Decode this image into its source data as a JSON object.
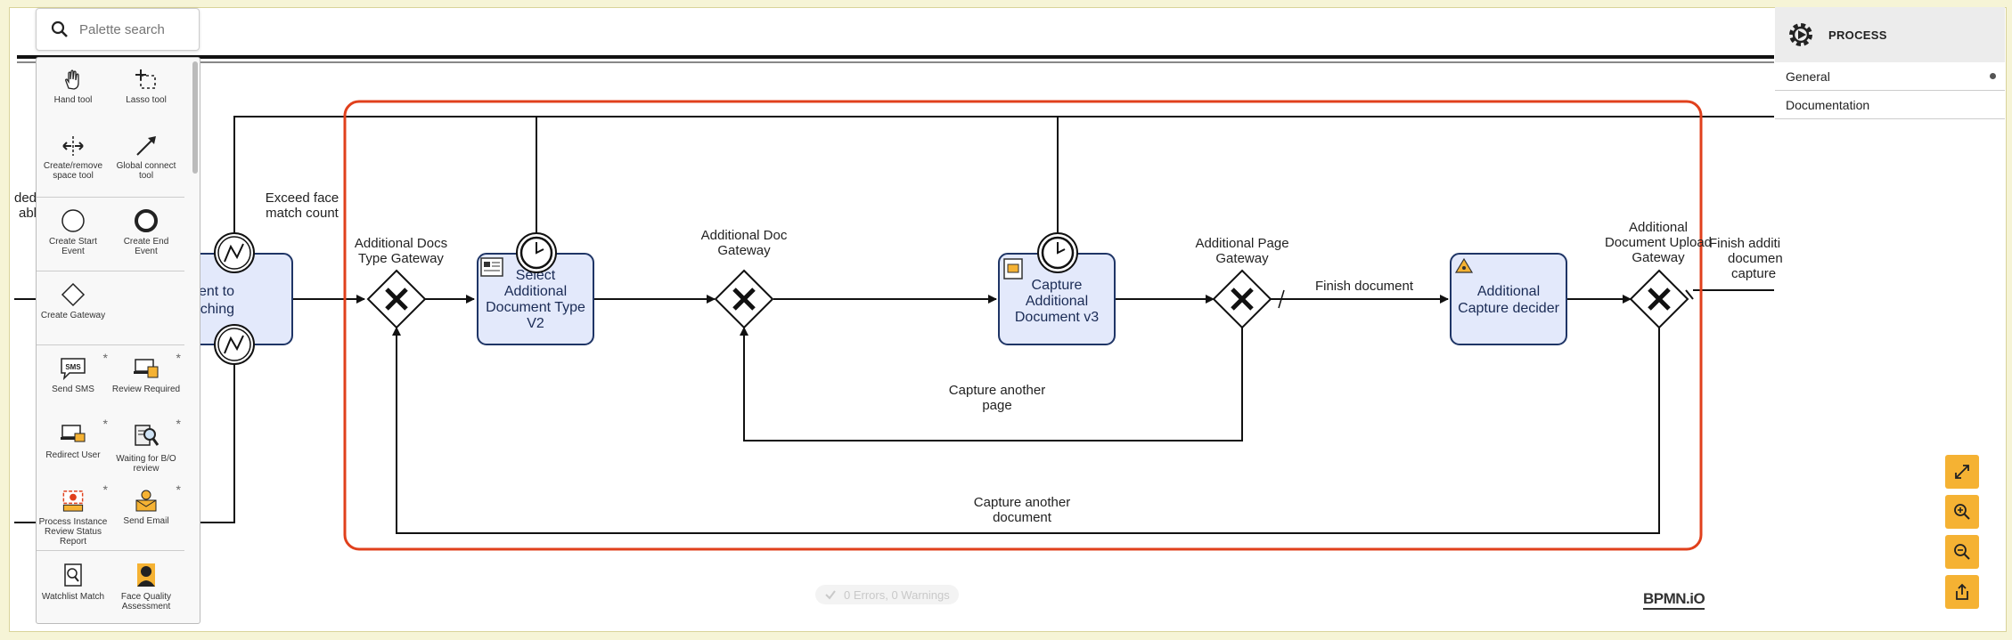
{
  "palette": {
    "search_placeholder": "Palette search",
    "tools": [
      {
        "label": "Hand tool",
        "icon": "hand-icon"
      },
      {
        "label": "Lasso tool",
        "icon": "lasso-icon"
      },
      {
        "label": "Create/remove space tool",
        "icon": "space-tool-icon"
      },
      {
        "label": "Global connect tool",
        "icon": "connect-arrow-icon"
      },
      {
        "label": "Create Start Event",
        "icon": "start-event-icon"
      },
      {
        "label": "Create End Event",
        "icon": "end-event-icon"
      },
      {
        "label": "Create Gateway",
        "icon": "gateway-icon"
      },
      {
        "label": "Send SMS",
        "icon": "sms-icon"
      },
      {
        "label": "Review Required",
        "icon": "review-icon"
      },
      {
        "label": "Redirect User",
        "icon": "redirect-icon"
      },
      {
        "label": "Waiting for B/O review",
        "icon": "waiting-review-icon"
      },
      {
        "label": "Process Instance Review Status Report",
        "icon": "report-icon"
      },
      {
        "label": "Send Email",
        "icon": "email-icon"
      },
      {
        "label": "Watchlist Match",
        "icon": "watchlist-icon"
      },
      {
        "label": "Face Quality Assessment",
        "icon": "face-quality-icon"
      }
    ]
  },
  "properties": {
    "header": "PROCESS",
    "items": [
      {
        "label": "General"
      },
      {
        "label": "Documentation"
      }
    ]
  },
  "diagram": {
    "partial_left_1": "ded fa",
    "partial_left_2": "able",
    "exceed_label_1": "Exceed face",
    "exceed_label_2": "match count",
    "partial_task_1": "ocument to",
    "partial_task_2": "ce Matching",
    "gw1_1": "Additional Docs",
    "gw1_2": "Type Gateway",
    "task1_1": "Select",
    "task1_2": "Additional",
    "task1_3": "Document Type",
    "task1_4": "V2",
    "gw2_1": "Additional Doc",
    "gw2_2": "Gateway",
    "task2_1": "Capture",
    "task2_2": "Additional",
    "task2_3": "Document v3",
    "gw3_1": "Additional Page",
    "gw3_2": "Gateway",
    "finish_doc": "Finish document",
    "task3_1": "Additional",
    "task3_2": "Capture decider",
    "gw4_1": "Additional",
    "gw4_2": "Document Upload",
    "gw4_3": "Gateway",
    "finish_add_1": "Finish additi",
    "finish_add_2": "documen",
    "finish_add_3": "capture",
    "another_page_1": "Capture another",
    "another_page_2": "page",
    "another_doc_1": "Capture another",
    "another_doc_2": "document"
  },
  "status": "0 Errors, 0 Warnings",
  "brand": "BPMN.iO",
  "colors": {
    "selection": "#e0401c",
    "task_fill": "#e3e9fb",
    "task_stroke": "#1f3566",
    "zoom_button": "#f5b233",
    "background": "#f6f4d6"
  }
}
